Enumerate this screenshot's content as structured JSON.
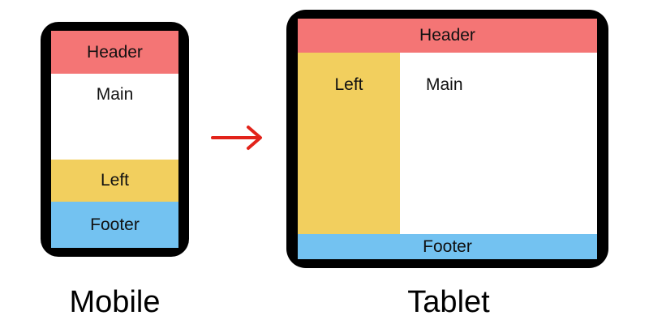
{
  "colors": {
    "header": "#f47575",
    "main": "#ffffff",
    "left": "#f2cf5e",
    "footer": "#73c2f1",
    "arrow": "#e2231a",
    "frame": "#000000"
  },
  "mobile": {
    "header": "Header",
    "main": "Main",
    "left": "Left",
    "footer": "Footer",
    "label": "Mobile"
  },
  "tablet": {
    "header": "Header",
    "left": "Left",
    "main": "Main",
    "footer": "Footer",
    "label": "Tablet"
  },
  "arrow": {
    "icon": "right-arrow-icon"
  }
}
